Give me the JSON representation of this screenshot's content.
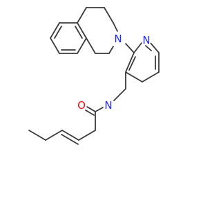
{
  "colors": {
    "bond": "#3a3a3a",
    "nitrogen": "#1f26ff",
    "oxygen": "#ff0d0d",
    "background": "#ffffff"
  },
  "molecule": {
    "atoms": [
      {
        "id": "n_tiq",
        "label": "N",
        "element": "nitrogen"
      },
      {
        "id": "n_pyr",
        "label": "N",
        "element": "nitrogen"
      },
      {
        "id": "n_amide",
        "label": "N",
        "element": "nitrogen"
      },
      {
        "id": "o_carbonyl",
        "label": "O",
        "element": "oxygen"
      }
    ]
  }
}
